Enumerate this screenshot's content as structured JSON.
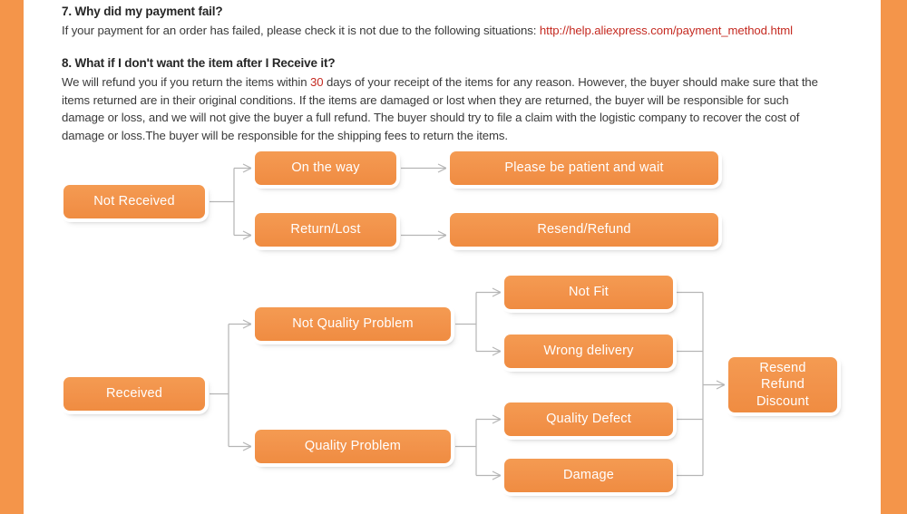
{
  "page": {
    "accent_orange": "#F4954A",
    "node_orange": "#F2944B",
    "link_red": "#C52B22",
    "connector_gray": "#B5B5B5"
  },
  "faq": [
    {
      "id": "q7",
      "heading": "7. Why did my payment fail?",
      "body_before": "If your payment for an order has failed, please check it is not due to the following  situations: ",
      "url": "http://help.aliexpress.com/payment_method.html"
    },
    {
      "id": "q8",
      "heading": "8. What if I don't want the item after I Receive it?",
      "body_part1": "We will refund you if you return the items within ",
      "highlight": "30",
      "body_part2": " days of your receipt of the items for any reason. However, the buyer should make sure that the items returned are in their original conditions.  If the items are damaged or lost when they are returned, the buyer will be responsible for such damage or loss, and we will not give the buyer a full refund.  The buyer should try to file a claim with the logistic company to recover the cost of damage or loss.The buyer will be responsible for the shipping fees to return the items."
    }
  ],
  "flowcharts": [
    {
      "id": "not-received-flow",
      "root": "Not Received",
      "nodes": {
        "on_the_way": "On the way",
        "return_lost": "Return/Lost",
        "please_wait": "Please be patient and wait",
        "resend_refund": "Resend/Refund"
      }
    },
    {
      "id": "received-flow",
      "root": "Received",
      "nodes": {
        "not_quality_problem": "Not Quality Problem",
        "quality_problem": "Quality Problem",
        "not_fit": "Not Fit",
        "wrong_delivery": "Wrong delivery",
        "quality_defect": "Quality Defect",
        "damage": "Damage",
        "outcome_line1": "Resend",
        "outcome_line2": "Refund",
        "outcome_line3": "Discount"
      }
    }
  ]
}
